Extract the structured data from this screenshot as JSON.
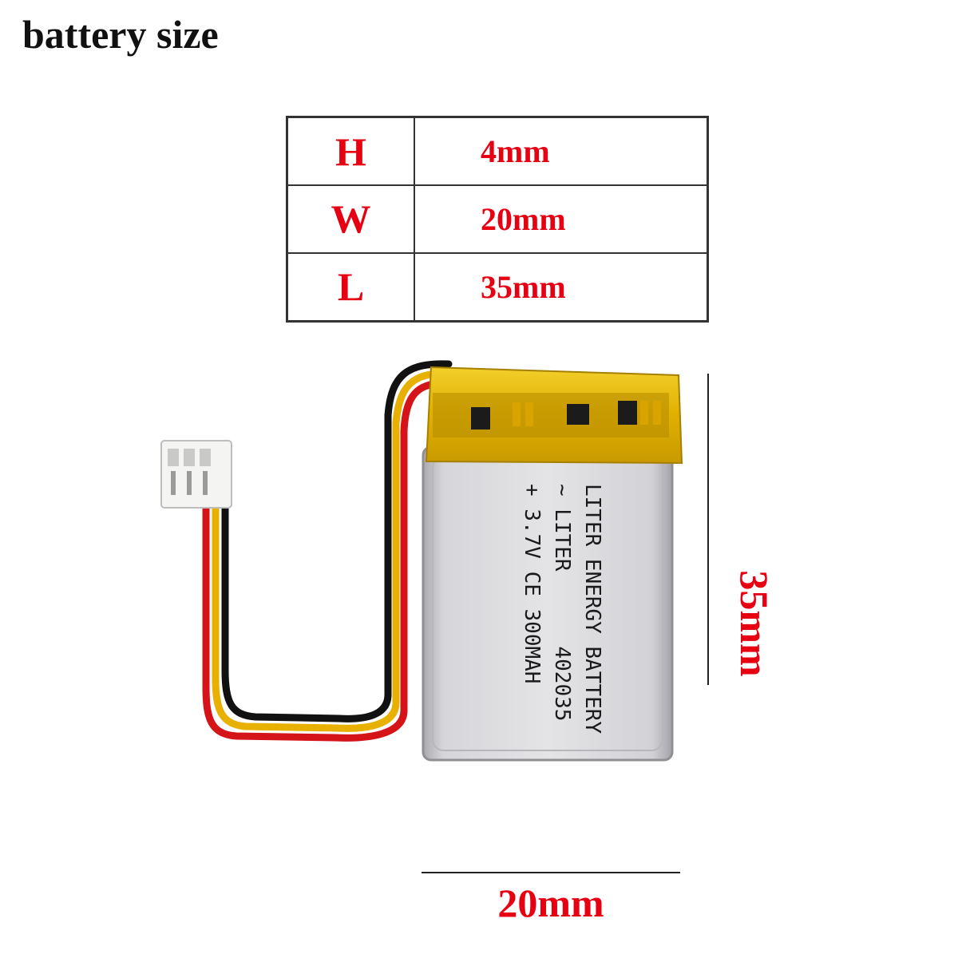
{
  "title": "battery size",
  "colors": {
    "accent_red": "#e60012",
    "text_dark": "#111111",
    "cell_silver": "#c8c8cc",
    "pcb_tape": "#e8b800"
  },
  "spec_table": [
    {
      "key": "H",
      "value": "4mm"
    },
    {
      "key": "W",
      "value": "20mm"
    },
    {
      "key": "L",
      "value": "35mm"
    }
  ],
  "battery_label": {
    "line1": "LITER ENERGY BATTERY",
    "line2": "~ LITER      402035",
    "line3": "+ 3.7V CE 300MAH"
  },
  "dimensions": {
    "height_label": "35mm",
    "width_label": "20mm"
  },
  "icons": {
    "battery": "lipo-battery-image",
    "connector": "jst-connector-icon"
  }
}
